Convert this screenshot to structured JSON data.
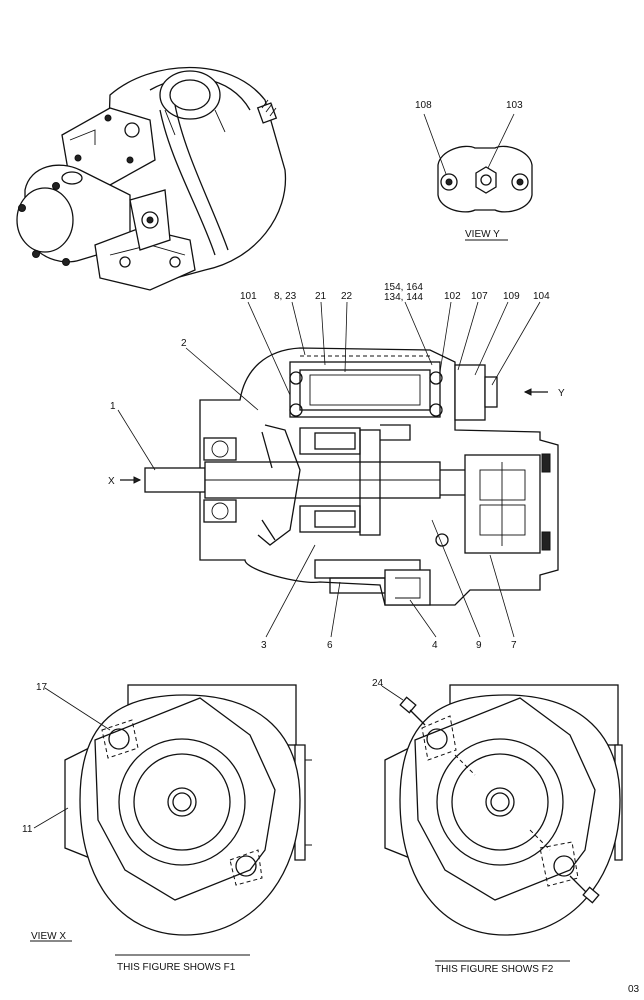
{
  "view_y_title": "VIEW  Y",
  "view_x_title": "VIEW  X",
  "caption_f1": "THIS FIGURE SHOWS  F1",
  "caption_f2": "THIS FIGURE SHOWS  F2",
  "page_code": "03",
  "arrow_x": "X",
  "arrow_y": "Y",
  "callouts": {
    "c108": "108",
    "c103": "103",
    "c101": "101",
    "c8_23": "8, 23",
    "c21": "21",
    "c22": "22",
    "c154_164": "154, 164",
    "c134_144": "134, 144",
    "c102": "102",
    "c107": "107",
    "c109": "109",
    "c104": "104",
    "c2": "2",
    "c1": "1",
    "c3": "3",
    "c6": "6",
    "c4": "4",
    "c9": "9",
    "c7": "7",
    "c17": "17",
    "c11": "11",
    "c24": "24"
  }
}
